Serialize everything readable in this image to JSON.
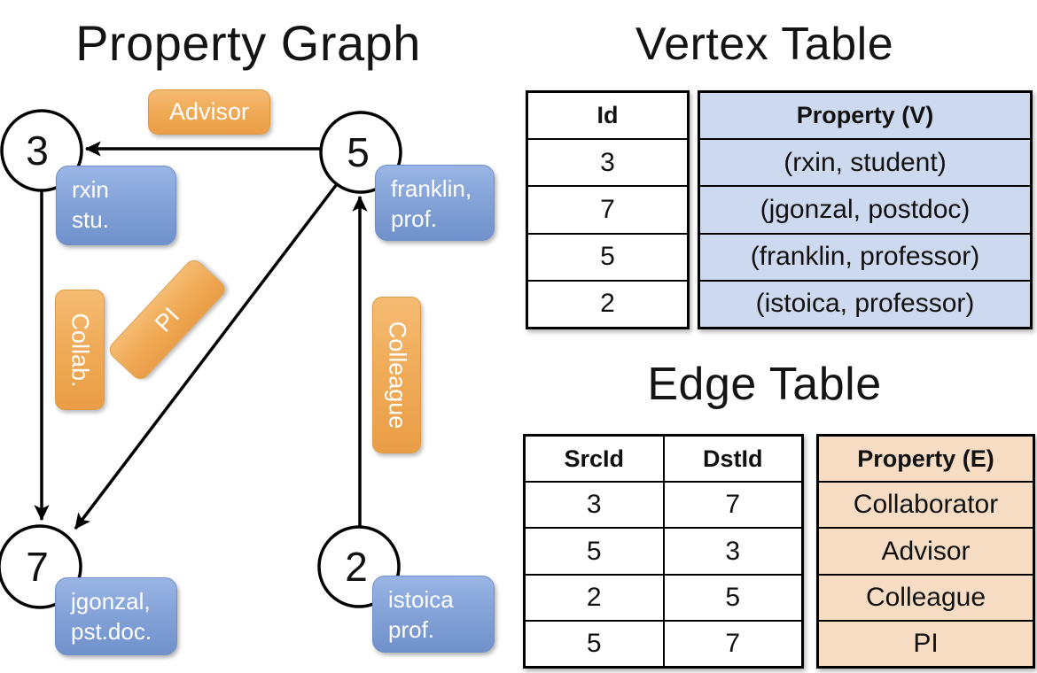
{
  "titles": {
    "graph": "Property Graph",
    "vertex_table": "Vertex Table",
    "edge_table": "Edge Table"
  },
  "graph": {
    "vertices": [
      {
        "id": "3",
        "line1": "rxin",
        "line2": "stu."
      },
      {
        "id": "5",
        "line1": "franklin,",
        "line2": "prof."
      },
      {
        "id": "7",
        "line1": "jgonzal,",
        "line2": "pst.doc."
      },
      {
        "id": "2",
        "line1": "istoica",
        "line2": "prof."
      }
    ],
    "edge_labels": {
      "advisor": "Advisor",
      "collab": "Collab.",
      "pi": "PI",
      "colleague": "Colleague"
    }
  },
  "vertex_table": {
    "headers": {
      "id": "Id",
      "property": "Property (V)"
    },
    "rows": [
      {
        "id": "3",
        "property": "(rxin, student)"
      },
      {
        "id": "7",
        "property": "(jgonzal, postdoc)"
      },
      {
        "id": "5",
        "property": "(franklin, professor)"
      },
      {
        "id": "2",
        "property": "(istoica, professor)"
      }
    ]
  },
  "edge_table": {
    "headers": {
      "src": "SrcId",
      "dst": "DstId",
      "property": "Property (E)"
    },
    "rows": [
      {
        "src": "3",
        "dst": "7",
        "property": "Collaborator"
      },
      {
        "src": "5",
        "dst": "3",
        "property": "Advisor"
      },
      {
        "src": "2",
        "dst": "5",
        "property": "Colleague"
      },
      {
        "src": "5",
        "dst": "7",
        "property": "PI"
      }
    ]
  },
  "colors": {
    "vertex_table_fill": "#cdd9ef",
    "edge_table_fill": "#f5dcc2",
    "vertex_box_blue": "#7f9fd6",
    "edge_pill_orange": "#efa955",
    "line_black": "#000000"
  }
}
